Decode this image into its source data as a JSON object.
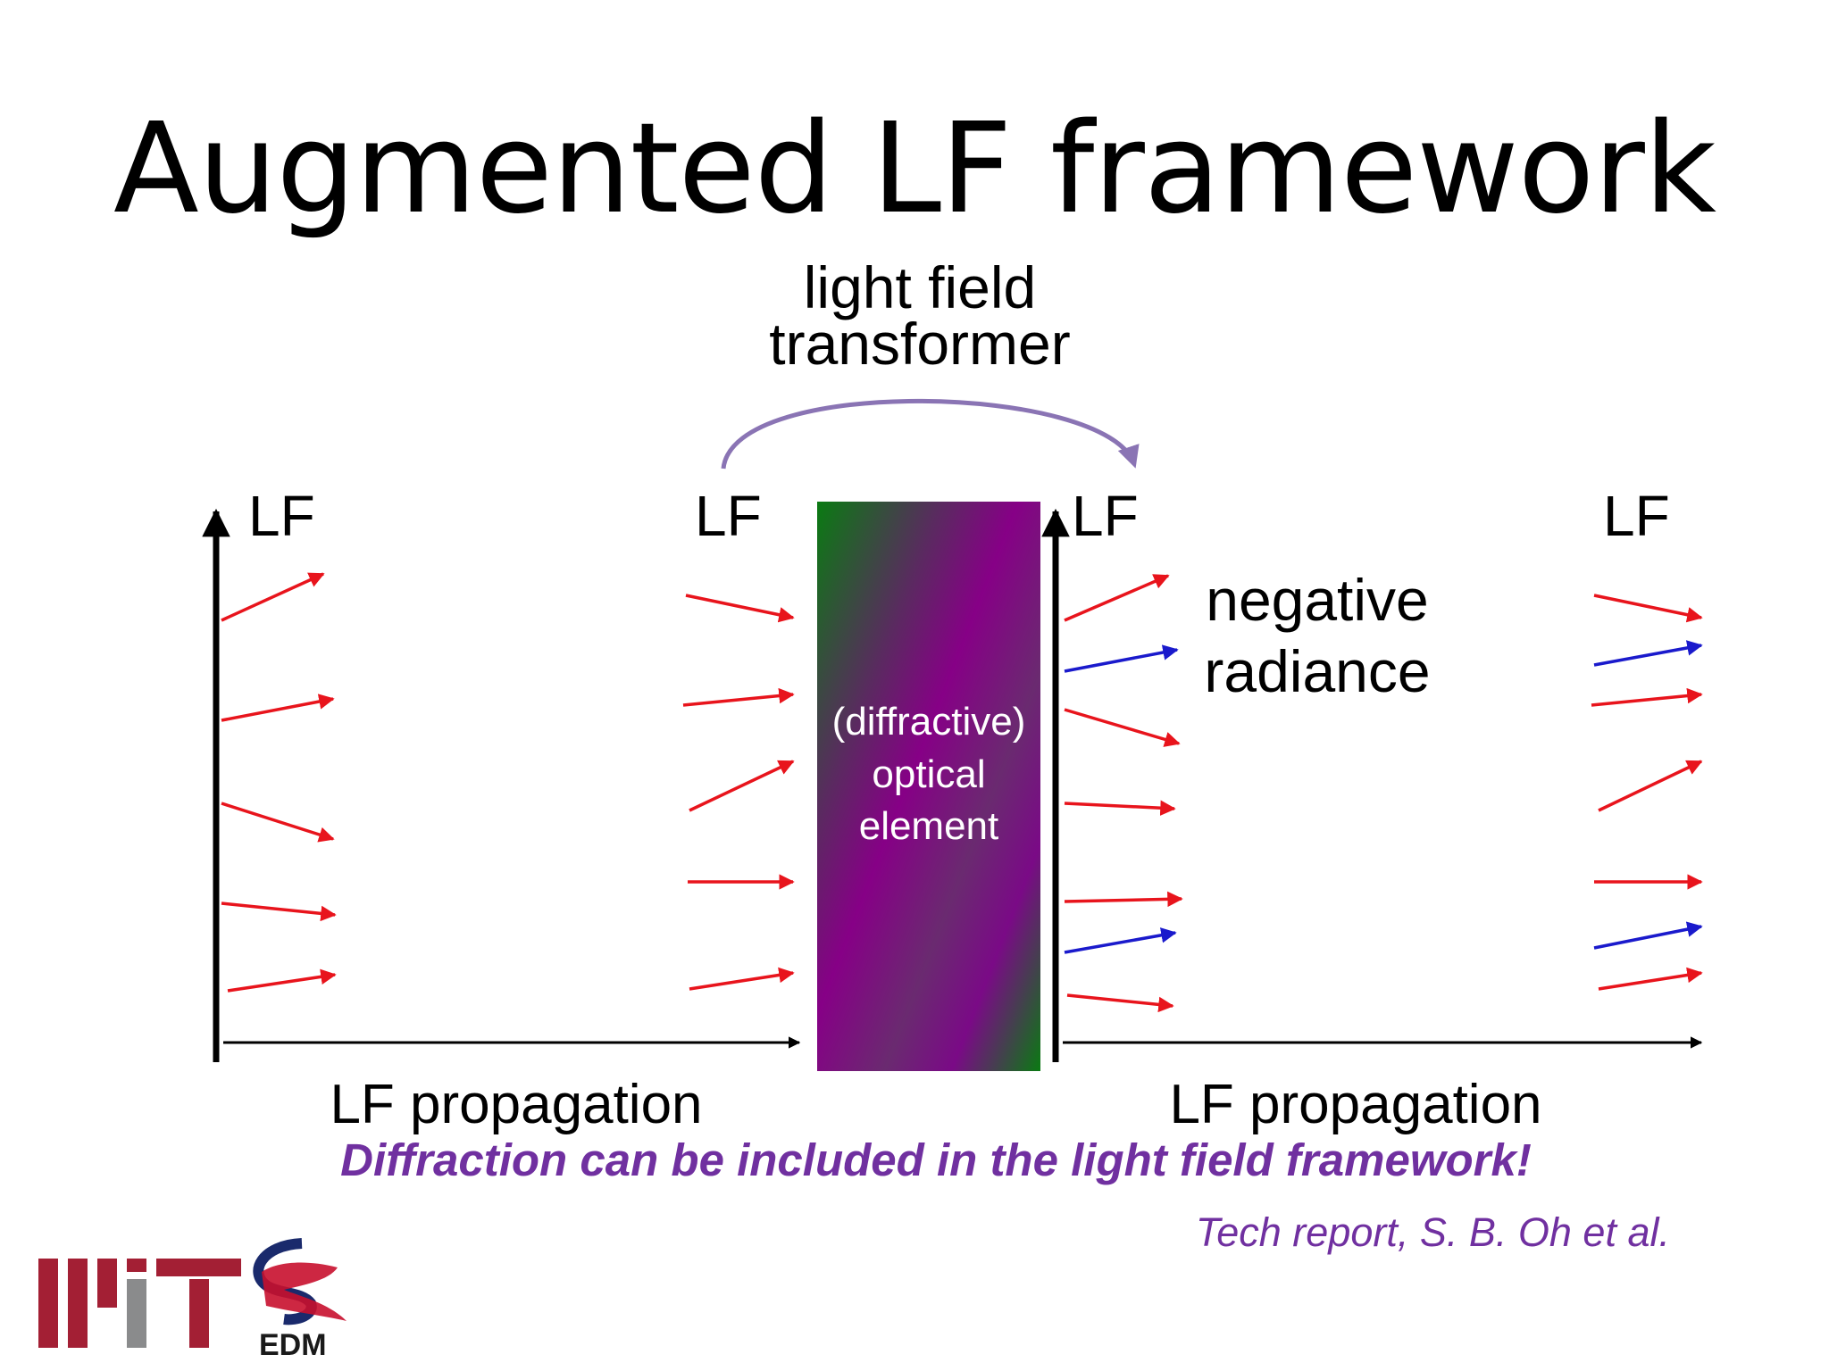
{
  "slide": {
    "title": "Augmented LF framework",
    "transformer_label": [
      "light field",
      "transformer"
    ],
    "lf_labels": [
      "LF",
      "LF",
      "LF",
      "LF"
    ],
    "element_label": [
      "(diffractive)",
      "optical",
      "element"
    ],
    "negative_label": [
      "negative",
      "radiance"
    ],
    "propagation_labels": [
      "LF propagation",
      "LF propagation"
    ],
    "tagline": "Diffraction can be included in the light field framework!",
    "citation": "Tech report, S. B. Oh et al."
  },
  "logos": {
    "mit": "MIT",
    "edm": "EDM"
  },
  "colors": {
    "positive_ray": "#e8141c",
    "negative_ray": "#1a1acc",
    "arc": "#8a74b4",
    "accent_text": "#7030a0",
    "element_green": "#0a7a12",
    "element_purple": "#860086",
    "mit_red": "#a31f34",
    "mit_gray": "#8a8b8c"
  },
  "icons": [
    "arc-arrow-icon",
    "mit-logo-icon",
    "edm-logo-icon"
  ]
}
